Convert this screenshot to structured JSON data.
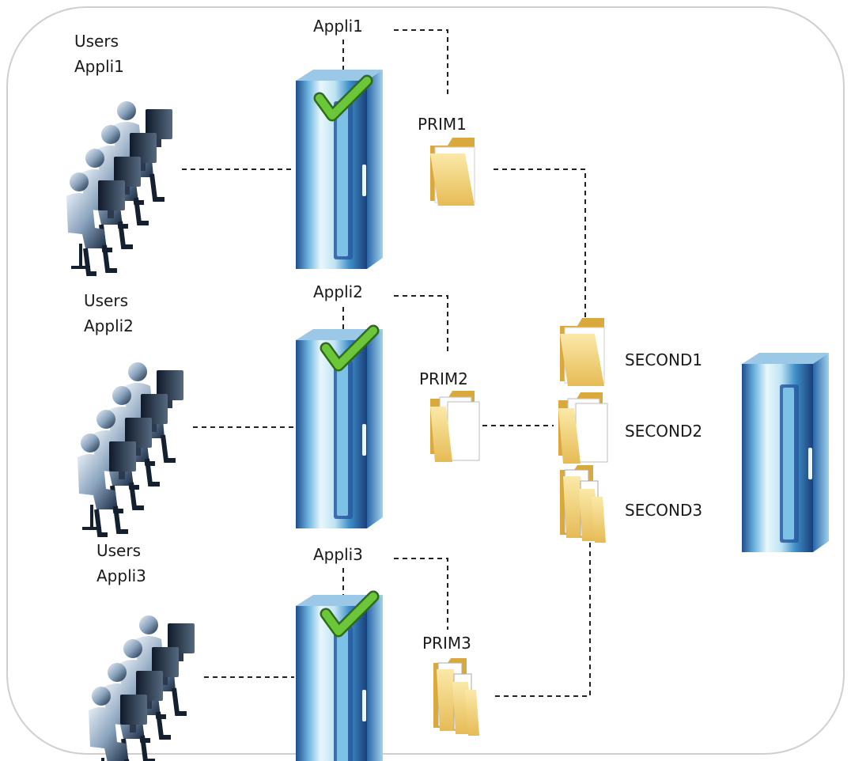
{
  "users": [
    {
      "line1": "Users",
      "line2": "Appli1"
    },
    {
      "line1": "Users",
      "line2": "Appli2"
    },
    {
      "line1": "Users",
      "line2": "Appli3"
    }
  ],
  "apps": [
    "Appli1",
    "Appli2",
    "Appli3"
  ],
  "primary": [
    "PRIM1",
    "PRIM2",
    "PRIM3"
  ],
  "secondary": [
    "SECOND1",
    "SECOND2",
    "SECOND3"
  ],
  "colors": {
    "server_light": "#d9f0f8",
    "server_mid": "#5aa9d6",
    "server_dark": "#1f4f8f",
    "folder": "#f2d37a",
    "folder_dark": "#d7a93c",
    "check": "#5cb531",
    "users_dark": "#1b2d46",
    "users_light": "#b9c8d8",
    "frame": "#cfcfcf"
  }
}
